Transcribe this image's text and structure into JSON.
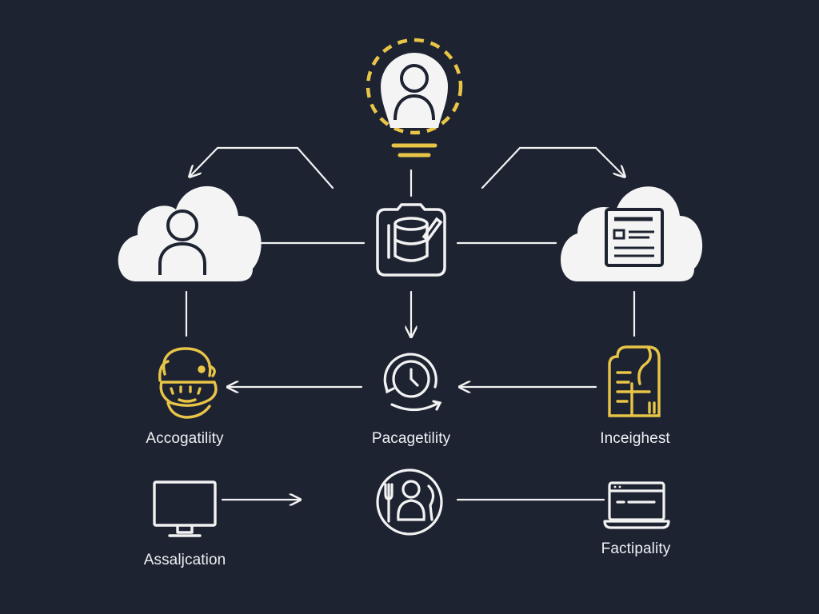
{
  "labels": {
    "accogatility": "Accogatility",
    "pacagetility": "Pacagetility",
    "inceighest": "Inceighest",
    "assaljcation": "Assaljcation",
    "factipality": "Factipality"
  },
  "colors": {
    "background": "#1d2331",
    "line": "#f2f2f2",
    "accent": "#e8c547",
    "cloud": "#f4f4f4"
  },
  "icons": [
    "lightbulb-person-icon",
    "cloud-user-icon",
    "database-edit-icon",
    "cloud-document-icon",
    "robot-head-icon",
    "cycle-clock-icon",
    "clipboard-icon",
    "monitor-icon",
    "dining-circle-icon",
    "laptop-icon"
  ]
}
